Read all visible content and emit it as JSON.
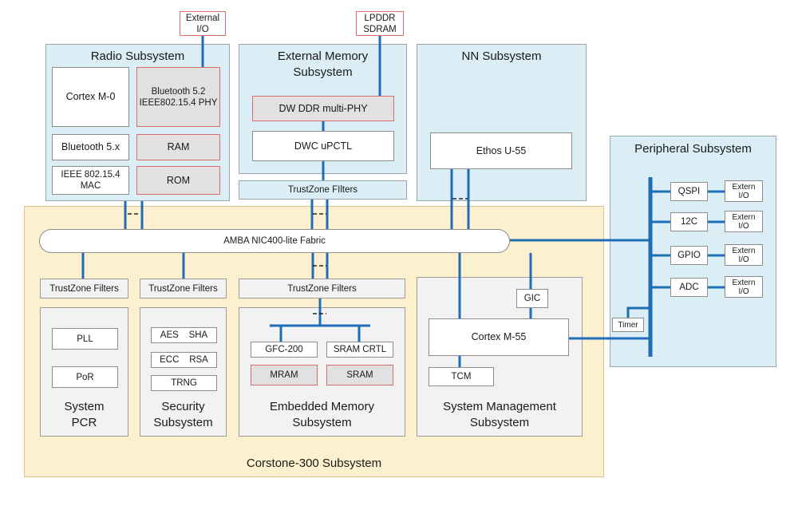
{
  "corstone": {
    "title": "Corstone-300 Subsystem"
  },
  "external_io_top": "External\nI/O",
  "lpddr": "LPDDR\nSDRAM",
  "radio": {
    "title": "Radio Subsystem",
    "cortex_m0": "Cortex M-0",
    "bt_phy": "Bluetooth 5.2\nIEEE802.15.4 PHY",
    "bt5x": "Bluetooth 5.x",
    "ram": "RAM",
    "ieee_mac": "IEEE 802.15.4\nMAC",
    "rom": "ROM"
  },
  "ext_mem": {
    "title": "External Memory\nSubsystem",
    "ddr_phy": "DW DDR multi-PHY",
    "uptcl": "DWC uPCTL",
    "trustzone": "TrustZone FIlters"
  },
  "nn": {
    "title": "NN Subsystem",
    "ethos": "Ethos U-55"
  },
  "fabric": "AMBA NIC400-lite Fabric",
  "peripheral": {
    "title": "Peripheral Subsystem",
    "items": [
      {
        "label": "QSPI",
        "io": "Extern\nI/O"
      },
      {
        "label": "12C",
        "io": "Extern\nI/O"
      },
      {
        "label": "GPIO",
        "io": "Extern\nI/O"
      },
      {
        "label": "ADC",
        "io": "Extern\nI/O"
      }
    ],
    "timer": "Timer"
  },
  "system_pcr": {
    "trustzone": "TrustZone Filters",
    "pll": "PLL",
    "por": "PoR",
    "title": "System\nPCR"
  },
  "security": {
    "trustzone": "TrustZone Filters",
    "aes_sha": "AES    SHA",
    "ecc_rsa": "ECC    RSA",
    "trng": "TRNG",
    "title": "Security\nSubsystem"
  },
  "embedded_mem": {
    "trustzone": "TrustZone Filters",
    "gfc": "GFC-200",
    "sram_ctrl": "SRAM CRTL",
    "mram": "MRAM",
    "sram": "SRAM",
    "title": "Embedded Memory\nSubsystem"
  },
  "sys_mgmt": {
    "gic": "GIC",
    "cortex_m55": "Cortex M-55",
    "tcm": "TCM",
    "title": "System Management\nSubsystem"
  },
  "colors": {
    "bus": "#1f6db5",
    "blue_fill": "#dbeef5",
    "corstone_fill": "#fdf0cf",
    "red_border": "#d96b6b"
  }
}
